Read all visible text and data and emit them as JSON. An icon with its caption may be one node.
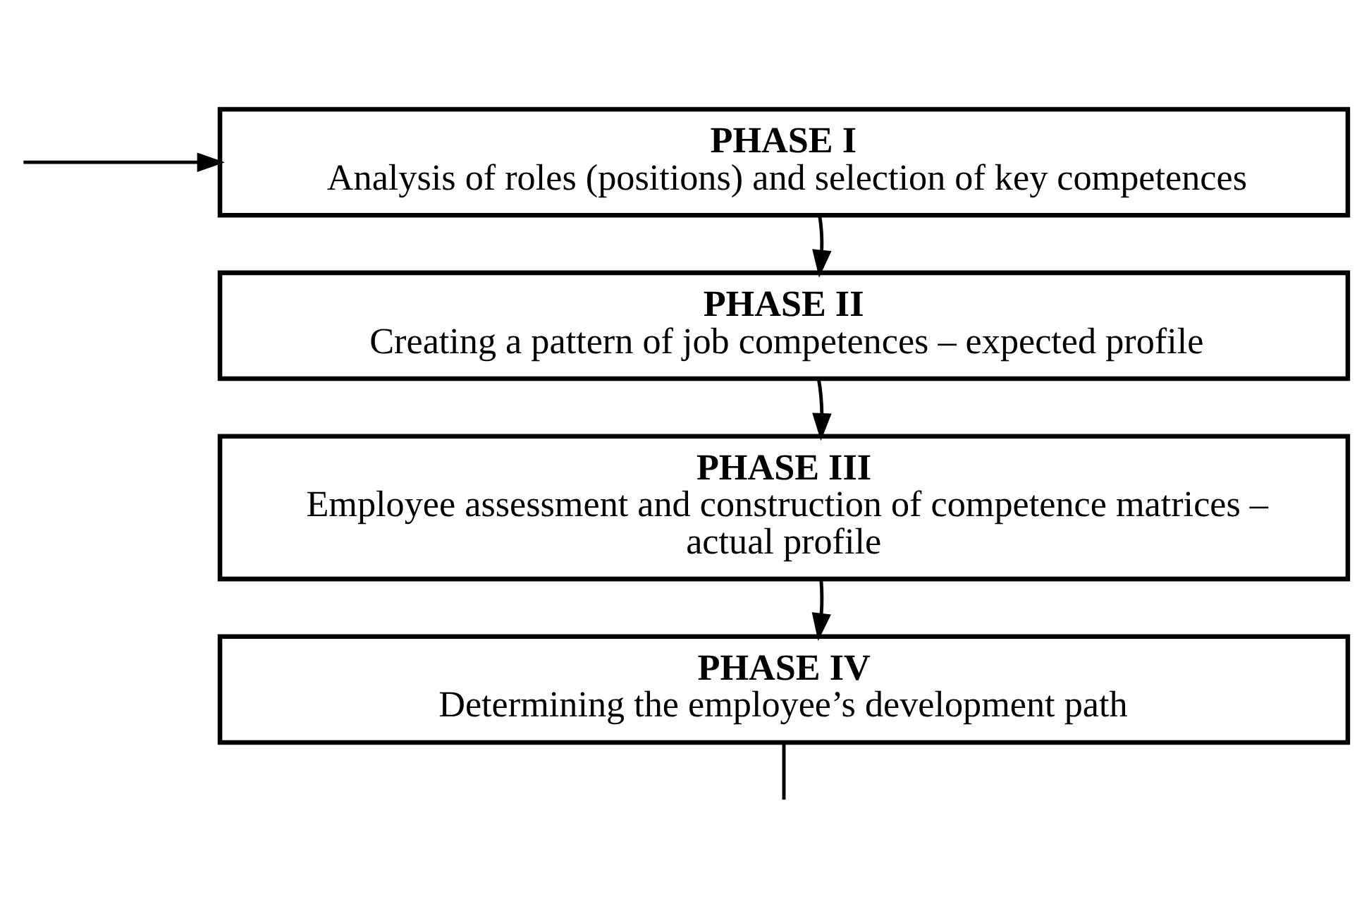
{
  "diagram": {
    "nodes": [
      {
        "text": [
          "PHASE I",
          "Analysis of roles (positions) and selection of key competences"
        ]
      },
      {
        "text": [
          "PHASE II",
          "Creating a pattern of job competences – expected profile"
        ]
      },
      {
        "text": [
          "PHASE III",
          "Employee assessment and construction of competence matrices – actual profile"
        ]
      },
      {
        "text": [
          "PHASE IV",
          "Determining the employee’s development path"
        ]
      }
    ],
    "edges": [
      {
        "from": null,
        "to": 0,
        "arrow": "to"
      },
      {
        "from": 0,
        "to": 1,
        "arrow": "to"
      },
      {
        "from": 1,
        "to": 2,
        "arrow": "to"
      },
      {
        "from": 2,
        "to": 3,
        "arrow": "to"
      },
      {
        "from": 3,
        "to": null,
        "arrow": "none"
      }
    ]
  }
}
